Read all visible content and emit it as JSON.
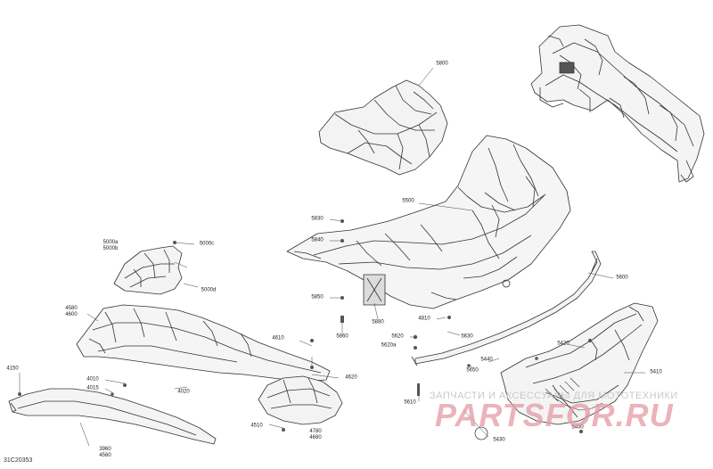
{
  "diagram_id": "31C20353",
  "watermark": {
    "tagline": "ЗАПЧАСТИ И АКСЕССУАРЫ ДЛЯ МОТОТЕХНИКИ",
    "brand": "PARTSFOR.RU"
  },
  "callouts": {
    "c5800": "5800",
    "c5500": "5500",
    "c5830": "5830",
    "c5840": "5840",
    "c5850": "5850",
    "c5860": "5860",
    "c5880": "5880",
    "c4810": "4810",
    "c5620": "5620",
    "c5620a": "5620a",
    "c5630": "5630",
    "c5650": "5650",
    "c5610": "5610",
    "c5600": "5600",
    "c5440": "5440",
    "c5420": "5420",
    "c5410": "5410",
    "c5400": "5400",
    "c5430": "5430",
    "c5000a": "5000a",
    "c5000b": "5000b",
    "c5000c": "5000c",
    "c5000d": "5000d",
    "c4580": "4580",
    "c4600": "4600",
    "c4610": "4610",
    "c4620": "4620",
    "c4010": "4010",
    "c4015": "4015",
    "c4020": "4020",
    "c4150": "4150",
    "c4510": "4510",
    "c4780": "4780",
    "c4680": "4680",
    "c3960": "3960",
    "c4560": "4560"
  }
}
